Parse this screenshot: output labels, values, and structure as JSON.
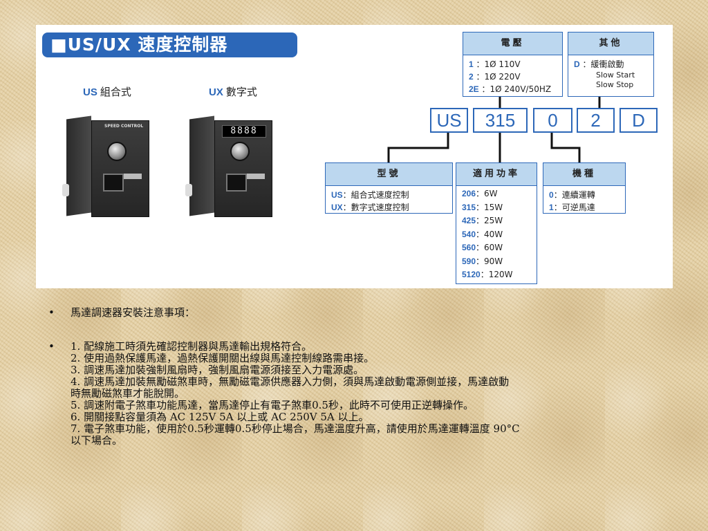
{
  "figure": {
    "title": "■US/UX 速度控制器",
    "variants": [
      {
        "code": "US",
        "label": "組合式"
      },
      {
        "code": "UX",
        "label": "數字式"
      }
    ],
    "controller_speed_text": "SPEED CONTROL",
    "controller_display": "8888",
    "code_boxes": [
      "US",
      "315",
      "0",
      "2",
      "D"
    ],
    "voltage": {
      "header": "電壓",
      "rows": [
        {
          "code": "1",
          "text": "：1Ø 110V"
        },
        {
          "code": "2",
          "text": "：1Ø 220V"
        },
        {
          "code": "2E",
          "text": "：1Ø 240V/50HZ"
        }
      ]
    },
    "other": {
      "header": "其他",
      "code": "D",
      "text": "：緩衝啟動",
      "sub": [
        "Slow Start",
        "Slow Stop"
      ]
    },
    "model": {
      "header": "型號",
      "rows": [
        {
          "code": "US",
          "text": "：組合式速度控制"
        },
        {
          "code": "UX",
          "text": "：數字式速度控制"
        }
      ]
    },
    "power": {
      "header": "適用功率",
      "rows": [
        {
          "code": "206",
          "text": "：6W"
        },
        {
          "code": "315",
          "text": "：15W"
        },
        {
          "code": "425",
          "text": "：25W"
        },
        {
          "code": "540",
          "text": "：40W"
        },
        {
          "code": "560",
          "text": "：60W"
        },
        {
          "code": "590",
          "text": "：90W"
        },
        {
          "code": "5120",
          "text": "：120W"
        }
      ]
    },
    "machine": {
      "header": "機種",
      "rows": [
        {
          "code": "0",
          "text": "：連續運轉"
        },
        {
          "code": "1",
          "text": "：可逆馬達"
        }
      ]
    }
  },
  "notes": {
    "bullet_char": "•",
    "heading": "馬達調速器安裝注意事項：",
    "lines": [
      "1. 配線施工時須先確認控制器與馬達輸出規格符合。",
      "2. 使用過熱保護馬達，過熱保護開關出線與馬達控制線路需串接。",
      "3. 調速馬達加裝強制風扇時，強制風扇電源須接至入力電源處。",
      "4. 調速馬達加裝無勵磁煞車時，無勵磁電源供應器入力側，須與馬達啟動電源側並接，馬達啟動",
      "時無勵磁煞車才能脫開。",
      "5. 調速附電子煞車功能馬達，當馬達停止有電子煞車0.5秒，此時不可使用正逆轉操作。",
      "6. 開關接點容量須為 AC 125V 5A 以上或 AC 250V 5A 以上。",
      "7. 電子煞車功能，使用於0.5秒運轉0.5秒停止場合，馬達溫度升高，請使用於馬達運轉溫度 90°C",
      "以下場合。"
    ]
  }
}
